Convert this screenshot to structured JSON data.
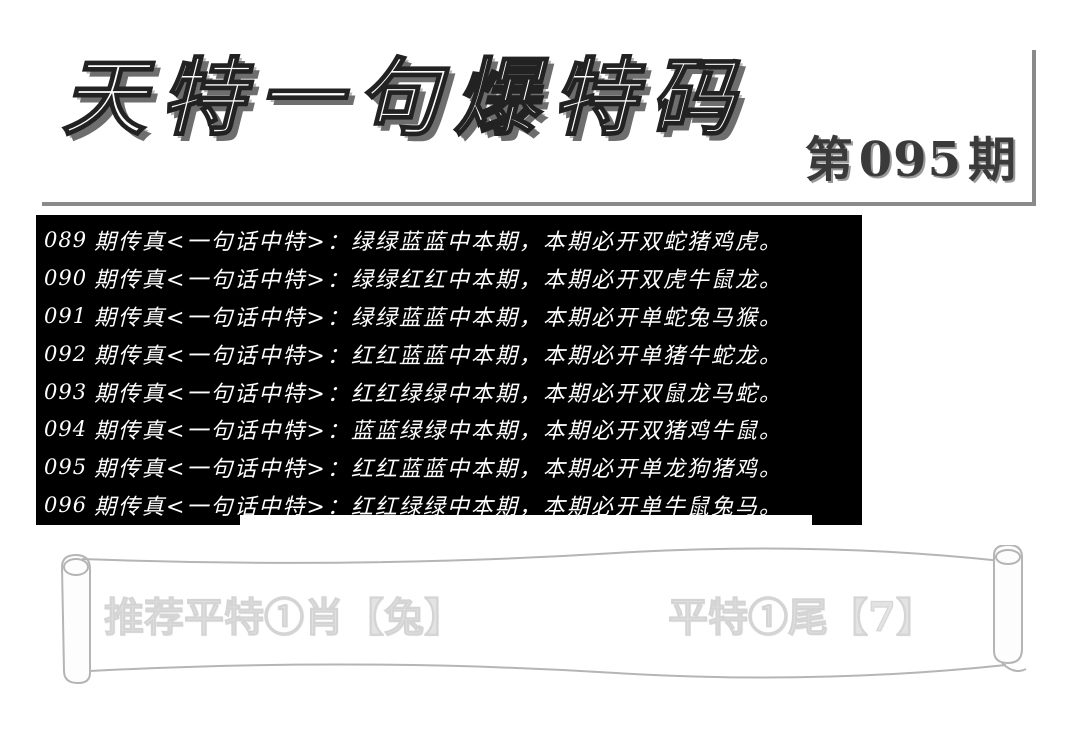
{
  "header": {
    "title": "天特一句爆特码",
    "issue_label": "第",
    "issue_number": "095",
    "issue_suffix": "期"
  },
  "history": [
    {
      "period": "089",
      "text": "期传真<一句话中特>：绿绿蓝蓝中本期，本期必开双蛇猪鸡虎。"
    },
    {
      "period": "090",
      "text": "期传真<一句话中特>：绿绿红红中本期，本期必开双虎牛鼠龙。"
    },
    {
      "period": "091",
      "text": "期传真<一句话中特>：绿绿蓝蓝中本期，本期必开单蛇兔马猴。"
    },
    {
      "period": "092",
      "text": "期传真<一句话中特>：红红蓝蓝中本期，本期必开单猪牛蛇龙。"
    },
    {
      "period": "093",
      "text": "期传真<一句话中特>：红红绿绿中本期，本期必开双鼠龙马蛇。"
    },
    {
      "period": "094",
      "text": "期传真<一句话中特>：蓝蓝绿绿中本期，本期必开双猪鸡牛鼠。"
    },
    {
      "period": "095",
      "text": "期传真<一句话中特>：红红蓝蓝中本期，本期必开单龙狗猪鸡。"
    },
    {
      "period": "096",
      "text": "期传真<一句话中特>：红红绿绿中本期，本期必开单牛鼠兔马。"
    }
  ],
  "recommend": {
    "left": "推荐平特①肖【兔】",
    "right": "平特①尾【7】"
  }
}
